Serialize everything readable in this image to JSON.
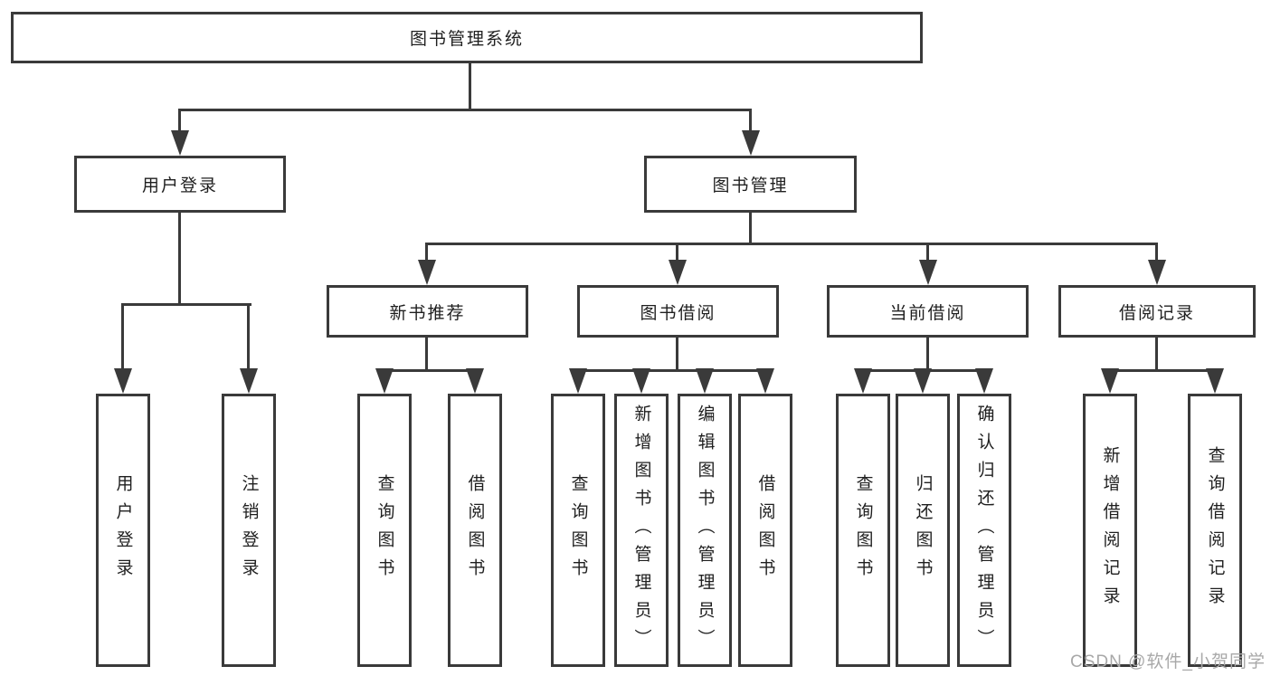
{
  "colors": {
    "line": "#3a3a3a",
    "box_border": "#3a3a3a",
    "box_background": "#ffffff",
    "text": "#1f1f1f",
    "page_background": "#ffffff",
    "watermark": "#a8a8a8"
  },
  "diagram": {
    "root": {
      "label": "图书管理系统",
      "children": [
        {
          "label": "用户登录",
          "children": [
            {
              "label": "用户登录"
            },
            {
              "label": "注销登录"
            }
          ]
        },
        {
          "label": "图书管理",
          "children": [
            {
              "label": "新书推荐",
              "children": [
                {
                  "label": "查询图书"
                },
                {
                  "label": "借阅图书"
                }
              ]
            },
            {
              "label": "图书借阅",
              "children": [
                {
                  "label": "查询图书"
                },
                {
                  "label": "新增图书（管理员）"
                },
                {
                  "label": "编辑图书（管理员）"
                },
                {
                  "label": "借阅图书"
                }
              ]
            },
            {
              "label": "当前借阅",
              "children": [
                {
                  "label": "查询图书"
                },
                {
                  "label": "归还图书"
                },
                {
                  "label": "确认归还（管理员）"
                }
              ]
            },
            {
              "label": "借阅记录",
              "children": [
                {
                  "label": "新增借阅记录"
                },
                {
                  "label": "查询借阅记录"
                }
              ]
            }
          ]
        }
      ]
    }
  },
  "watermark": {
    "text": "CSDN @软件_小贺同学"
  }
}
